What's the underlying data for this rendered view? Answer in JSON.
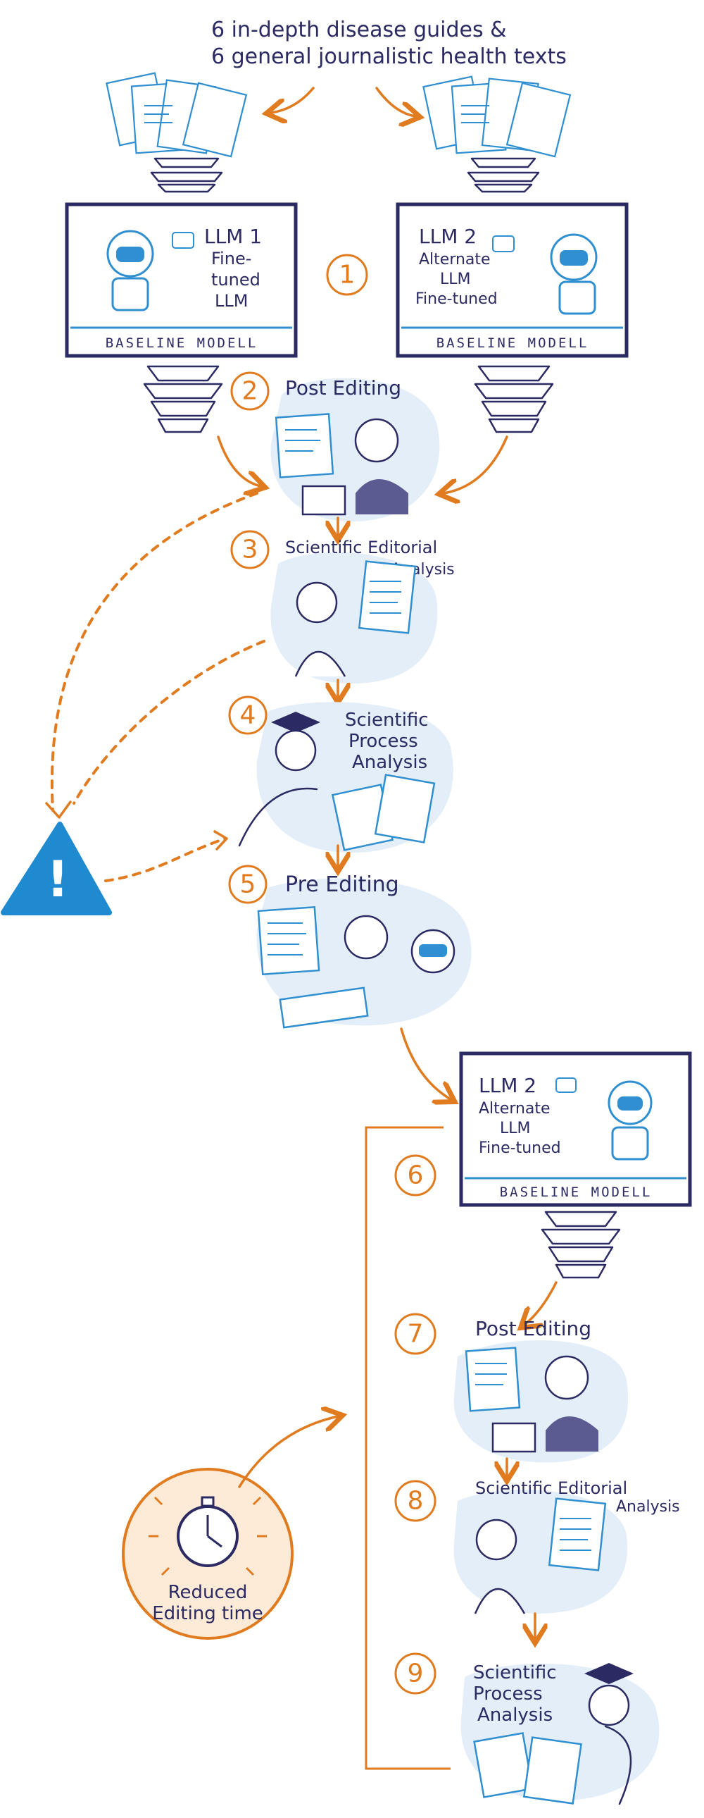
{
  "header": {
    "line1": "6 in-depth disease guides &",
    "line2": "6 general journalistic health texts"
  },
  "models": {
    "llm1": {
      "line1": "LLM 1",
      "line2": "Fine-",
      "line3": "tuned",
      "line4": "LLM",
      "footer": "BASELINE MODELL"
    },
    "llm2": {
      "line1": "LLM 2",
      "line2": "Alternate",
      "line3": "LLM",
      "line4": "Fine-tuned",
      "footer": "BASELINE MODELL"
    }
  },
  "steps": [
    {
      "number": "1",
      "label": ""
    },
    {
      "number": "2",
      "label": "Post Editing"
    },
    {
      "number": "3",
      "label": "Scientific Editorial",
      "label2": "Analysis"
    },
    {
      "number": "4",
      "label": "Scientific",
      "label2": "Process",
      "label3": "Analysis"
    },
    {
      "number": "5",
      "label": "Pre Editing"
    },
    {
      "number": "6",
      "label": ""
    },
    {
      "number": "7",
      "label": "Post Editing"
    },
    {
      "number": "8",
      "label": "Scientific Editorial",
      "label2": "Analysis"
    },
    {
      "number": "9",
      "label": "Scientific",
      "label2": "Process",
      "label3": "Analysis"
    }
  ],
  "warning": {
    "symbol": "!"
  },
  "callout": {
    "line1": "Reduced",
    "line2": "Editing time"
  },
  "colors": {
    "ink": "#2b2a63",
    "accent": "#e07b1f",
    "blue": "#2f8fd0",
    "blob": "#e3eef8",
    "warning": "#1f8ad0"
  }
}
